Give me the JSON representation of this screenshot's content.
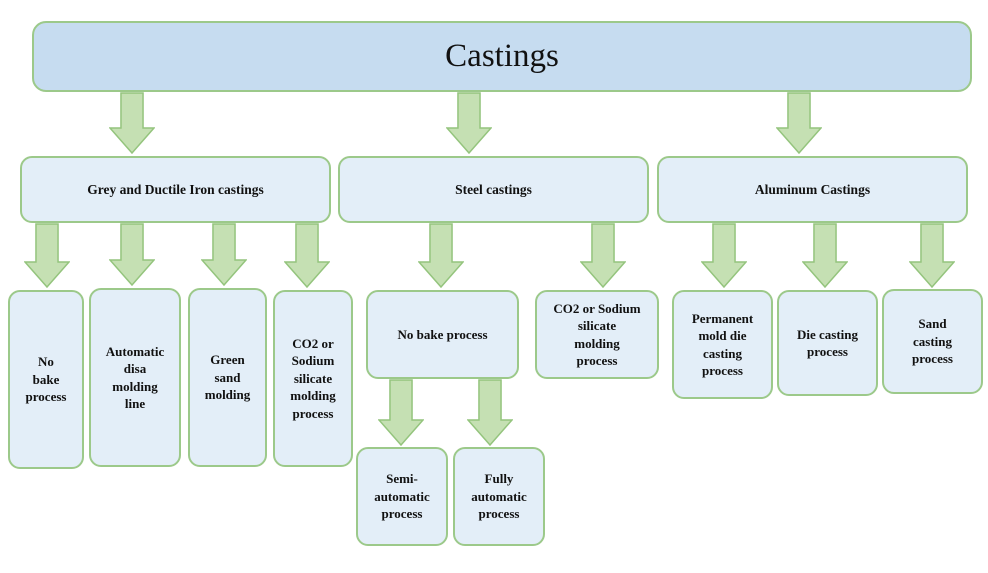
{
  "root": {
    "label": "Castings"
  },
  "categories": {
    "iron": {
      "label": "Grey and Ductile Iron castings"
    },
    "steel": {
      "label": "Steel castings"
    },
    "aluminum": {
      "label": "Aluminum Castings"
    }
  },
  "iron_processes": {
    "no_bake": {
      "lines": [
        "No",
        "bake",
        "process"
      ]
    },
    "disa": {
      "lines": [
        "Automatic",
        "disa",
        "molding",
        "line"
      ]
    },
    "green": {
      "lines": [
        "Green",
        "sand",
        "molding"
      ]
    },
    "co2": {
      "lines": [
        "CO2 or",
        "Sodium",
        "silicate",
        "molding",
        "process"
      ]
    }
  },
  "steel_processes": {
    "no_bake": {
      "lines": [
        "No bake process"
      ]
    },
    "co2": {
      "lines": [
        "CO2 or Sodium",
        "silicate",
        "molding",
        "process"
      ]
    },
    "semi": {
      "lines": [
        "Semi-",
        "automatic",
        "process"
      ]
    },
    "fully": {
      "lines": [
        "Fully",
        "automatic",
        "process"
      ]
    }
  },
  "aluminum_processes": {
    "permanent": {
      "lines": [
        "Permanent",
        "mold die",
        "casting",
        "process"
      ]
    },
    "die": {
      "lines": [
        "Die casting",
        "process"
      ]
    },
    "sand": {
      "lines": [
        "Sand",
        "casting",
        "process"
      ]
    }
  },
  "colors": {
    "box_fill": "#e3eef8",
    "root_fill": "#c6dcf0",
    "border": "#9cc98a",
    "arrow_fill": "#c5e0b3",
    "arrow_stroke": "#94c47d"
  }
}
